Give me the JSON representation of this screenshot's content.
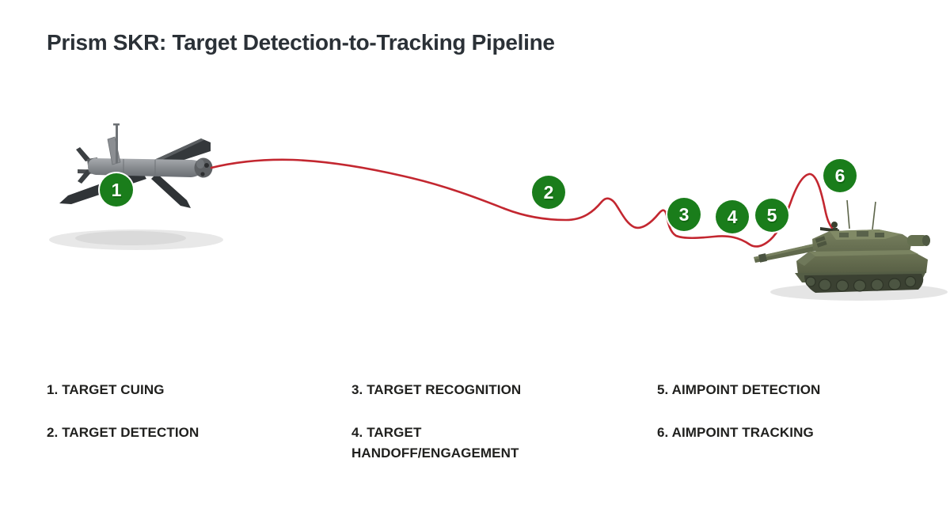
{
  "header": {
    "title": "Prism SKR: Target Detection-to-Tracking Pipeline"
  },
  "pipeline": {
    "markers": [
      "1",
      "2",
      "3",
      "4",
      "5",
      "6"
    ],
    "illustrations": {
      "drone": "loitering-munition-uav",
      "tank": "main-battle-tank",
      "path": "red-flight-path-from-drone-nose-to-tank-turret"
    }
  },
  "legend": {
    "items": [
      "1. TARGET CUING",
      "2. TARGET DETECTION",
      "3. TARGET RECOGNITION",
      "4. TARGET HANDOFF/ENGAGEMENT",
      "5. AIMPOINT DETECTION",
      "6. AIMPOINT TRACKING"
    ]
  },
  "colors": {
    "marker_green": "#1a7d1b",
    "path_red": "#c32730",
    "title_text": "#2b3137",
    "legend_text": "#20201e"
  }
}
